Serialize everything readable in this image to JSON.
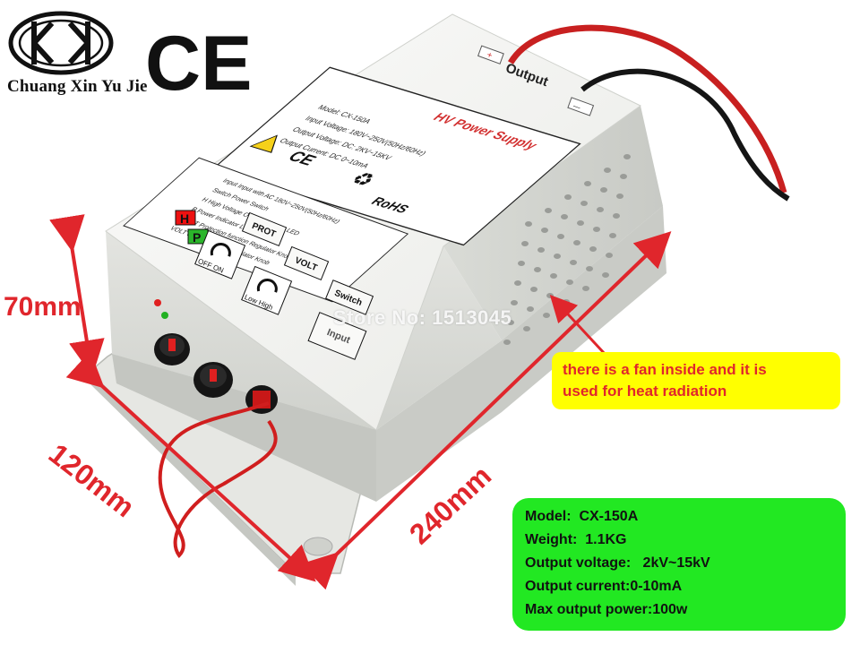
{
  "brand": {
    "name": "Chuang Xin Yu Jie",
    "mark": "CE"
  },
  "device": {
    "top_output_label": "Output",
    "title": "HV Power Supply",
    "spec_model": "Model:  CX-150A",
    "spec_input": "Input Voltage:  180V~250V(50Hz/60Hz)",
    "spec_output_voltage": "Output Voltage:  DC: 2KV~15KV",
    "spec_output_current": "Output Current:  DC 0~10mA",
    "rohs": "RoHS",
    "legend": [
      "Input  Input with AC 180V~250V(50Hz/60Hz)",
      "Switch  Power Switch",
      "H  High Voltage Output Indicator LED",
      "P  Power Indicator LED",
      "PROT  Protection function Regulator Knob",
      "VOLT  Output Voltage Regulator Knob"
    ],
    "ind_h": "H",
    "ind_p": "P",
    "btn_prot": "PROT",
    "btn_volt": "VOLT",
    "btn_switch": "Switch",
    "btn_input": "Input",
    "knob1_label": "OFF  ON",
    "knob2_label": "Low High",
    "plus": "+",
    "minus": "—"
  },
  "dimensions": {
    "height": "70mm",
    "width": "120mm",
    "length": "240mm"
  },
  "callout": {
    "line1": "there is a fan inside and it is",
    "line2": "used for heat radiation"
  },
  "specs": {
    "model": "Model:  CX-150A",
    "weight": "Weight:  1.1KG",
    "voltage": "Output voltage:   2kV~15kV",
    "current": "Output current:0-10mA",
    "power": "Max output power:100w"
  },
  "watermark": "Store No: 1513045",
  "colors": {
    "dimension_red": "#e0262c",
    "callout_yellow": "#ffff00",
    "spec_green": "#22e822",
    "device_body": "#f1f2ef"
  }
}
